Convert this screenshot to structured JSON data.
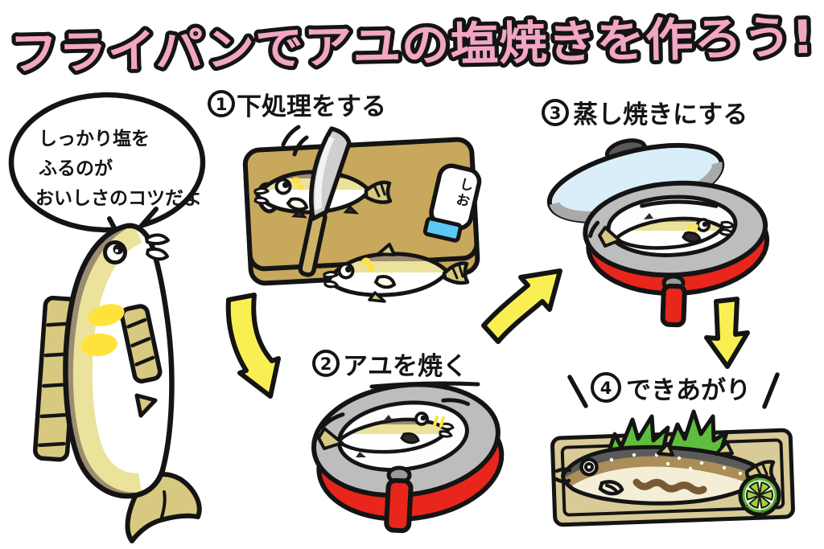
{
  "title": "フライパンでアユの塩焼きを作ろう!",
  "speech_bubble": {
    "speaker": "ayu-fish-mascot",
    "lines": [
      "しっかり塩を",
      "ふるのが",
      "おいしさのコツだよ"
    ]
  },
  "steps": [
    {
      "number": "1",
      "label": "下処理をする"
    },
    {
      "number": "2",
      "label": "アユを焼く"
    },
    {
      "number": "3",
      "label": "蒸し焼きにする"
    },
    {
      "number": "4",
      "label": "できあがり"
    }
  ],
  "salt_shaker": {
    "label": "しお"
  },
  "colors": {
    "title-pink": "#f2a6c4",
    "arrow-yellow": "#f9ef52",
    "pan-red": "#e8261c",
    "pan-gray": "#bdbdbd",
    "lid-blue": "#daeef9",
    "knob-gray": "#595959",
    "board-tan": "#c8a85c",
    "plate-tan": "#d9cb97",
    "fish-back": "#9b8c71",
    "fish-stripe": "#ebe29b",
    "spot-yellow": "#ffe33c",
    "fin-tan": "#d7c97f",
    "leaf-green": "#5fbe3d",
    "citrus-rind": "#58b431",
    "citrus-flesh": "#9ed23f",
    "salt-cap": "#59c8f4",
    "grill-brown": "#7a5a33",
    "cooked-top": "#5a5a5a",
    "cooked-belly": "#f4eed6",
    "knife-steel": "#cfcfcf",
    "knife-handle": "#cfb269"
  }
}
